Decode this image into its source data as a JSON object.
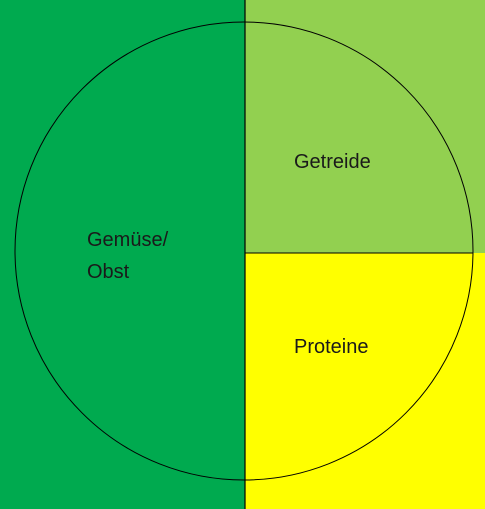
{
  "diagram": {
    "sections": [
      {
        "id": "vegetables-fruit",
        "label_lines": [
          "Gemüse/",
          "Obst"
        ],
        "color": "#00AA4F"
      },
      {
        "id": "grains",
        "label_lines": [
          "Getreide"
        ],
        "color": "#92D050"
      },
      {
        "id": "proteins",
        "label_lines": [
          "Proteine"
        ],
        "color": "#FFFF00"
      }
    ],
    "outline_color": "#000000"
  }
}
